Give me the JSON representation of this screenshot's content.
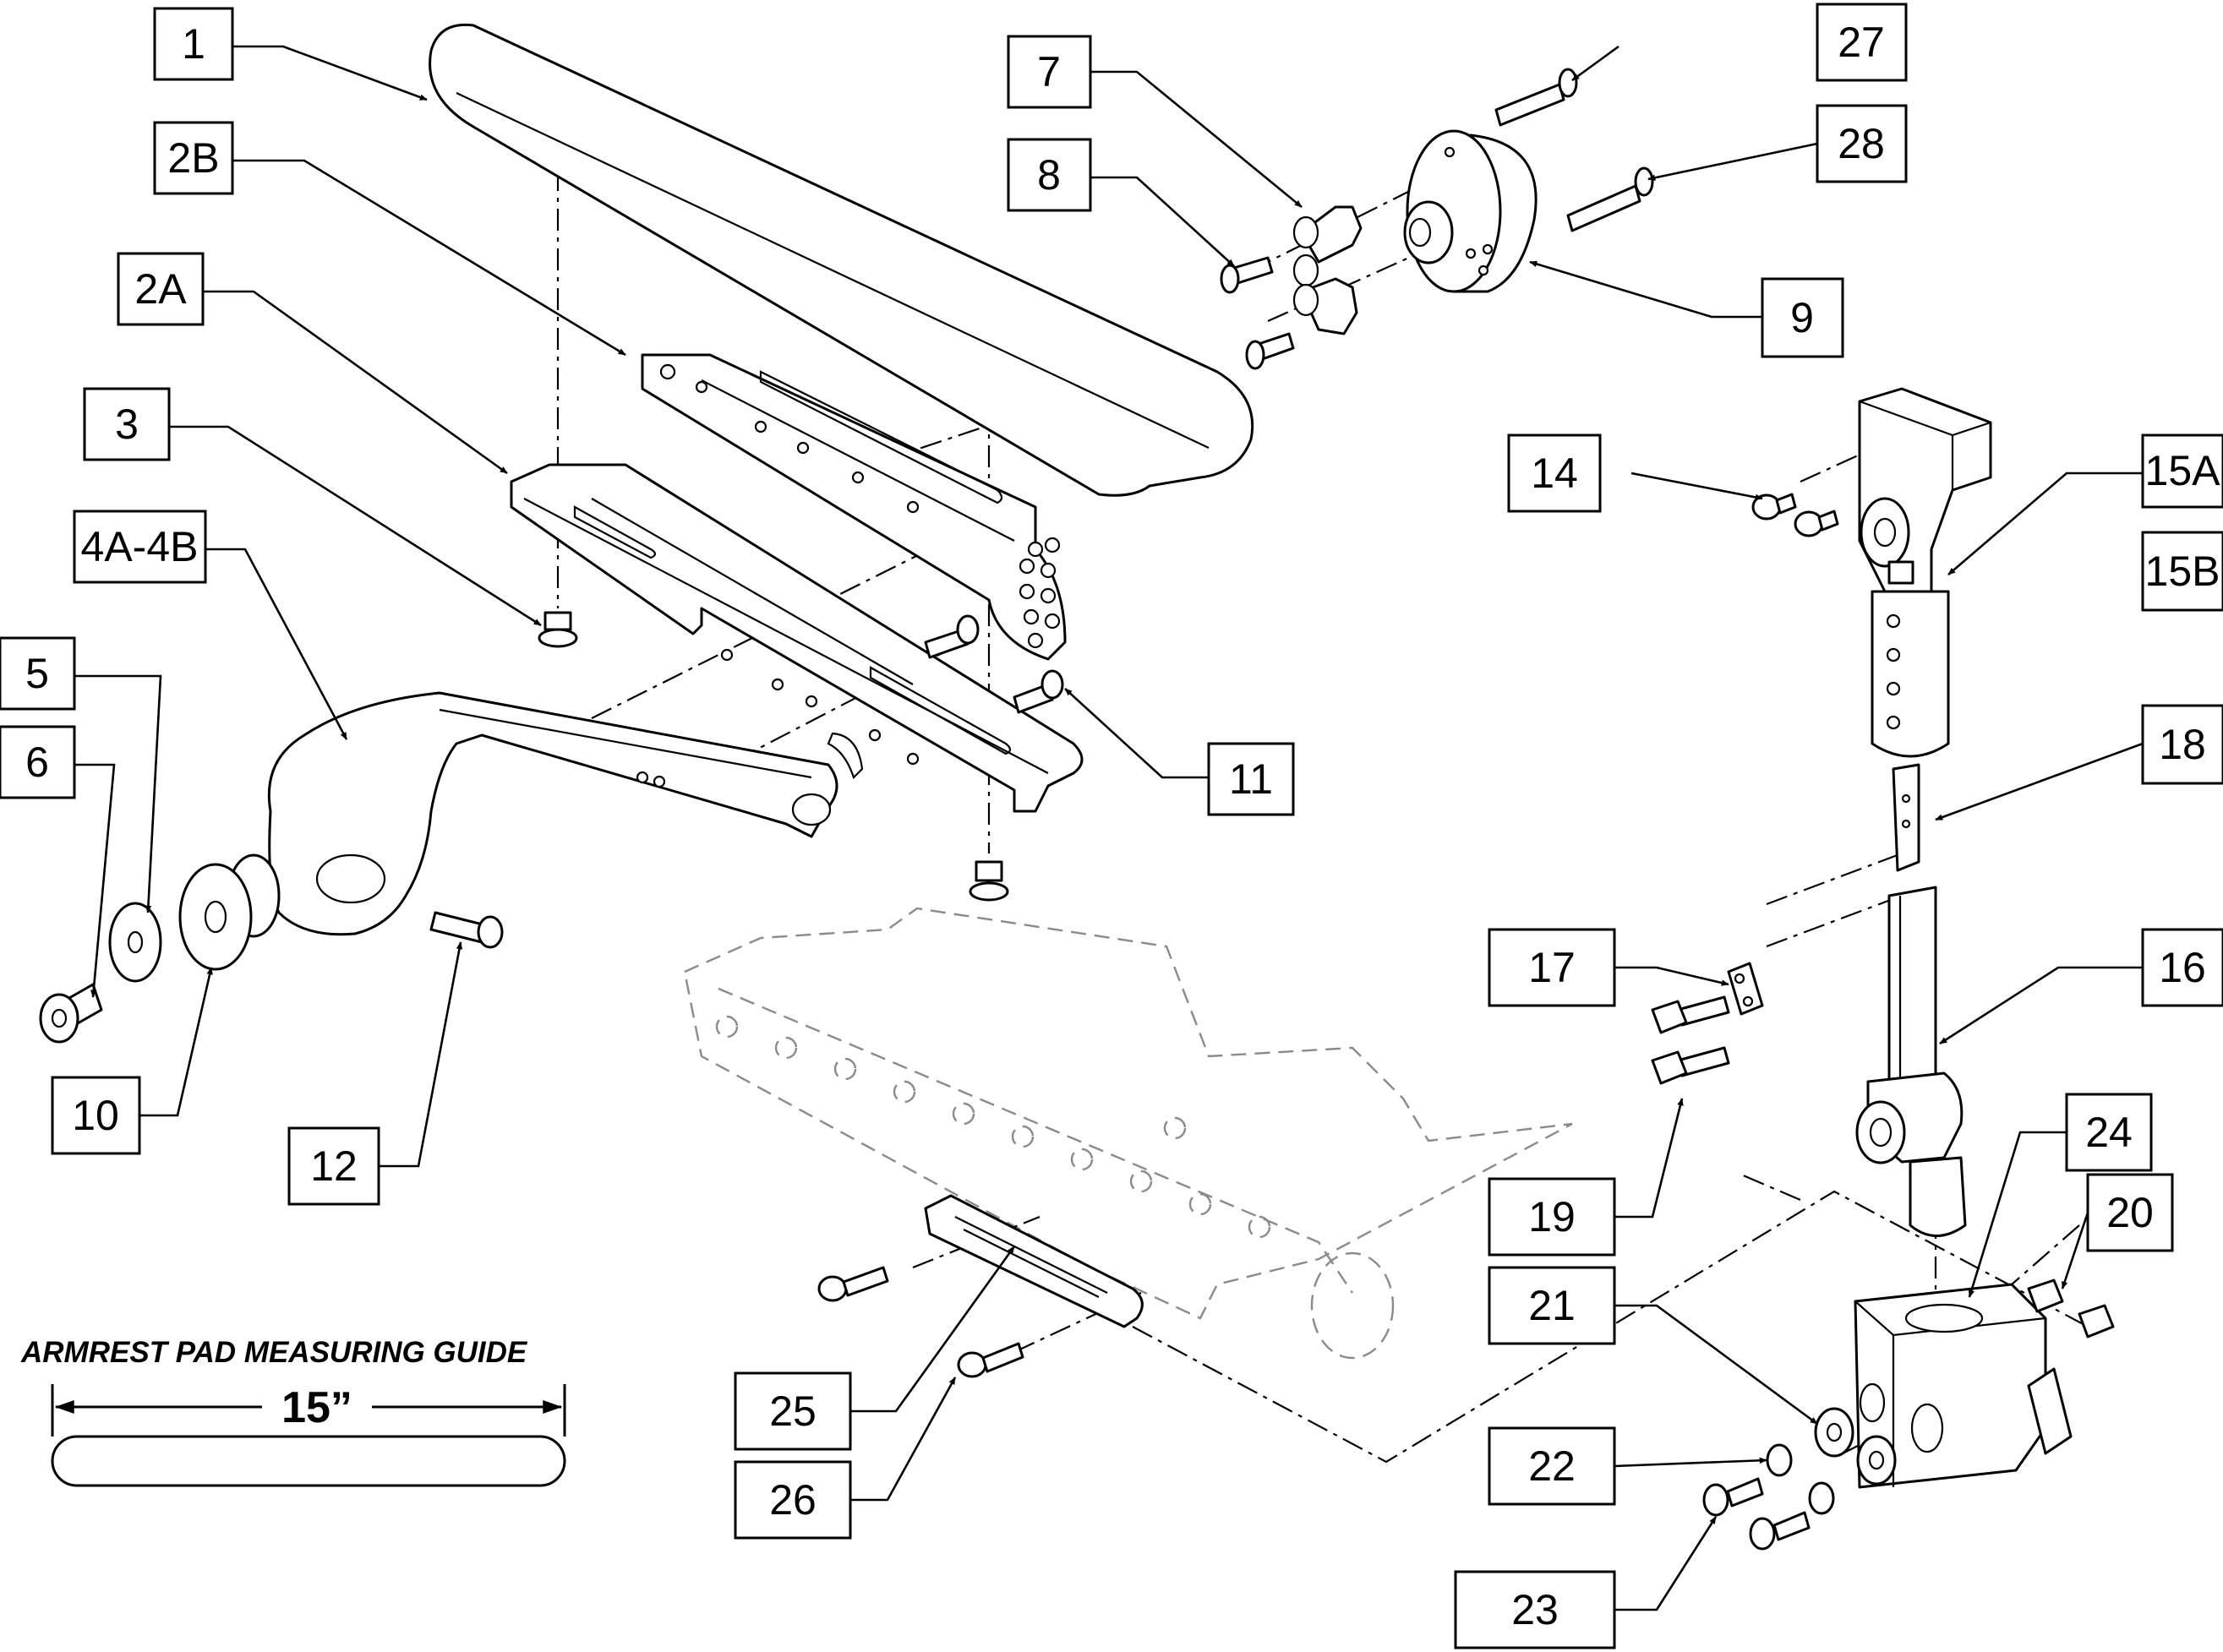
{
  "callouts": [
    {
      "id": "1",
      "label": "1"
    },
    {
      "id": "2B",
      "label": "2B"
    },
    {
      "id": "2A",
      "label": "2A"
    },
    {
      "id": "3",
      "label": "3"
    },
    {
      "id": "4A-4B",
      "label": "4A-4B"
    },
    {
      "id": "5",
      "label": "5"
    },
    {
      "id": "6",
      "label": "6"
    },
    {
      "id": "7",
      "label": "7"
    },
    {
      "id": "8",
      "label": "8"
    },
    {
      "id": "9",
      "label": "9"
    },
    {
      "id": "10",
      "label": "10"
    },
    {
      "id": "11",
      "label": "11"
    },
    {
      "id": "12",
      "label": "12"
    },
    {
      "id": "14",
      "label": "14"
    },
    {
      "id": "15A",
      "label": "15A"
    },
    {
      "id": "15B",
      "label": "15B"
    },
    {
      "id": "16",
      "label": "16"
    },
    {
      "id": "17",
      "label": "17"
    },
    {
      "id": "18",
      "label": "18"
    },
    {
      "id": "19",
      "label": "19"
    },
    {
      "id": "20",
      "label": "20"
    },
    {
      "id": "21",
      "label": "21"
    },
    {
      "id": "22",
      "label": "22"
    },
    {
      "id": "23",
      "label": "23"
    },
    {
      "id": "24",
      "label": "24"
    },
    {
      "id": "25",
      "label": "25"
    },
    {
      "id": "26",
      "label": "26"
    },
    {
      "id": "27",
      "label": "27"
    },
    {
      "id": "28",
      "label": "28"
    }
  ],
  "guide": {
    "title": "ARMREST PAD MEASURING GUIDE",
    "size": "15”"
  }
}
